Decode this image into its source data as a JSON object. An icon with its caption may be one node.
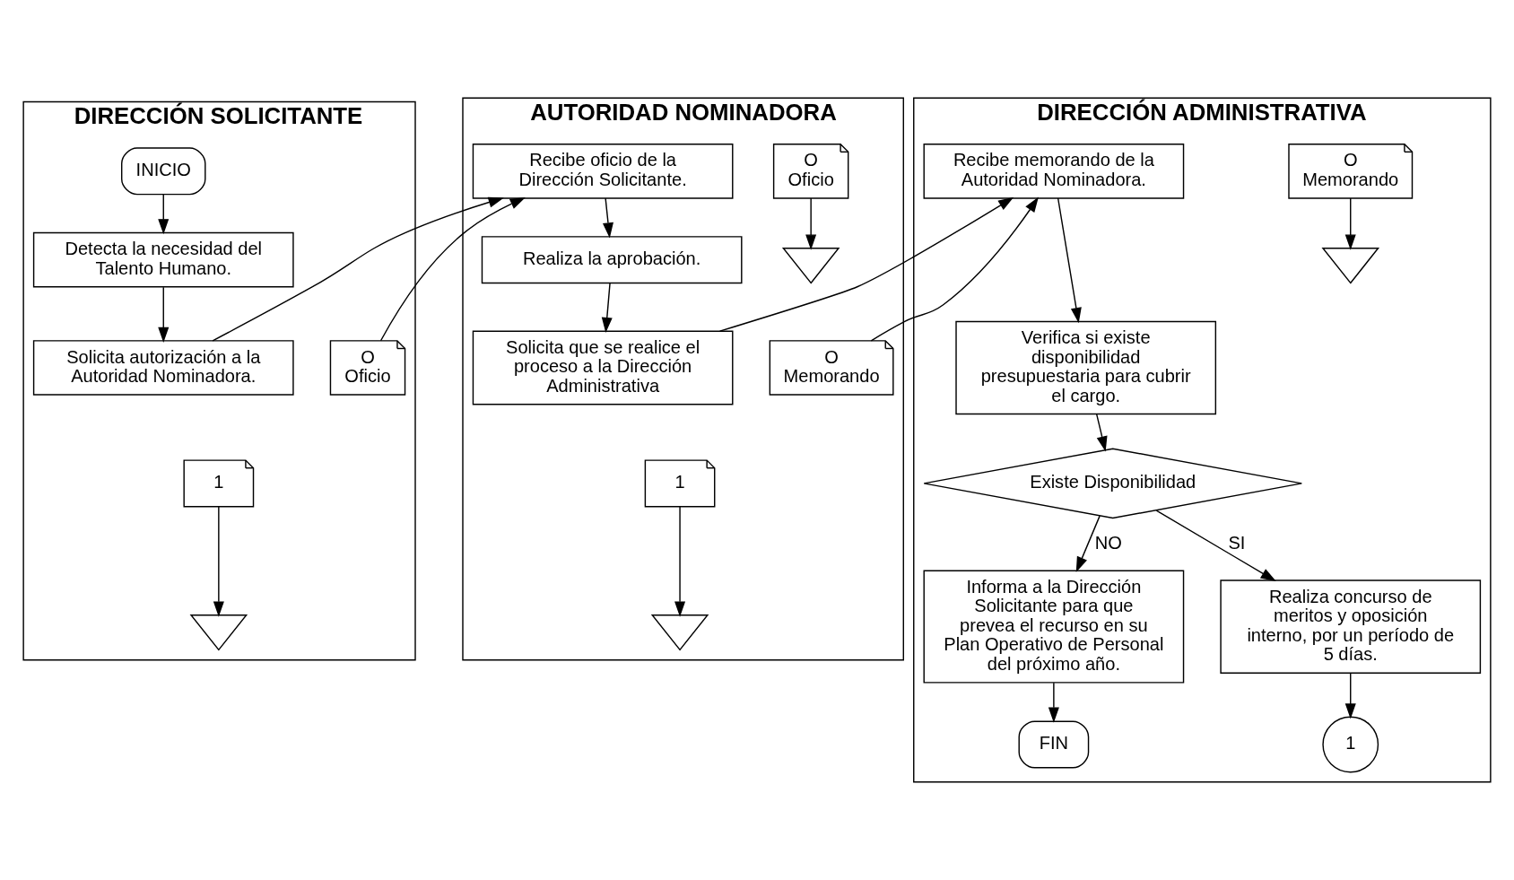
{
  "diagram": {
    "nodes": [
      {
        "text": [
          "DIRECCIÓN SOLICITANTE"
        ]
      },
      {
        "text": [
          "AUTORIDAD NOMINADORA"
        ]
      },
      {
        "text": [
          "DIRECCIÓN ADMINISTRATIVA"
        ]
      },
      {
        "text": [
          "INICIO"
        ],
        "in": 0
      },
      {
        "text": [
          "Detecta la necesidad del Talento Humano."
        ],
        "in": 0
      },
      {
        "text": [
          "Solicita autorización a la Autoridad Nominadora."
        ],
        "in": 0
      },
      {
        "text": [
          "O",
          "Oficio"
        ],
        "in": 0
      },
      {
        "text": [
          "1"
        ],
        "in": 0
      },
      {
        "text": [],
        "shape": "triangle",
        "in": 0
      },
      {
        "text": [
          "Recibe oficio de la Dirección Solicitante."
        ],
        "in": 1
      },
      {
        "text": [
          "O",
          "Oficio"
        ],
        "in": 1
      },
      {
        "text": [],
        "shape": "triangle",
        "in": 1
      },
      {
        "text": [
          "Realiza la aprobación."
        ],
        "in": 1
      },
      {
        "text": [
          "Solicita que se realice el proceso a la Dirección Administrativa"
        ],
        "in": 1
      },
      {
        "text": [
          "O",
          "Memorando"
        ],
        "in": 1
      },
      {
        "text": [
          "1"
        ],
        "in": 1
      },
      {
        "text": [],
        "shape": "triangle",
        "in": 1
      },
      {
        "text": [
          "Recibe memorando de la Autoridad Nominadora."
        ],
        "in": 2
      },
      {
        "text": [
          "O",
          "Memorando"
        ],
        "in": 2
      },
      {
        "text": [],
        "shape": "triangle",
        "in": 2
      },
      {
        "text": [
          "Verifica si existe disponibilidad presupuestaria para cubrir el cargo."
        ],
        "in": 2
      },
      {
        "text": [
          "Existe Disponibilidad"
        ],
        "in": 2
      },
      {
        "text": [
          "Informa a la Dirección Solicitante para que prevea el recurso en su Plan Operativo de Personal del próximo año."
        ],
        "in": 2
      },
      {
        "text": [
          "Realiza concurso de meritos y oposición interno, por un período de 5 días."
        ],
        "in": 2
      },
      {
        "text": [
          "FIN"
        ],
        "in": 2
      },
      {
        "text": [
          "1"
        ],
        "in": 2
      }
    ],
    "edges": [
      {
        "from": 3,
        "to": 4,
        "arrow": "to"
      },
      {
        "from": 4,
        "to": 5,
        "arrow": "to"
      },
      {
        "from": 7,
        "to": 8,
        "arrow": "to"
      },
      {
        "from": 5,
        "to": 9,
        "arrow": "to"
      },
      {
        "from": 6,
        "to": 9,
        "arrow": "to"
      },
      {
        "from": 9,
        "to": 12,
        "arrow": "to"
      },
      {
        "from": 10,
        "to": 11,
        "arrow": "to"
      },
      {
        "from": 12,
        "to": 13,
        "arrow": "to"
      },
      {
        "from": 15,
        "to": 16,
        "arrow": "to"
      },
      {
        "from": 13,
        "to": 17,
        "arrow": "to"
      },
      {
        "from": 14,
        "to": 17,
        "arrow": "to"
      },
      {
        "from": 17,
        "to": 20,
        "arrow": "to"
      },
      {
        "from": 18,
        "to": 19,
        "arrow": "to"
      },
      {
        "from": 20,
        "to": 21,
        "arrow": "to"
      },
      {
        "from": 21,
        "to": 22,
        "arrow": "to",
        "label": "NO"
      },
      {
        "from": 21,
        "to": 23,
        "arrow": "to",
        "label": "SI"
      },
      {
        "from": 22,
        "to": 24,
        "arrow": "to"
      },
      {
        "from": 23,
        "to": 25,
        "arrow": "to"
      }
    ]
  }
}
